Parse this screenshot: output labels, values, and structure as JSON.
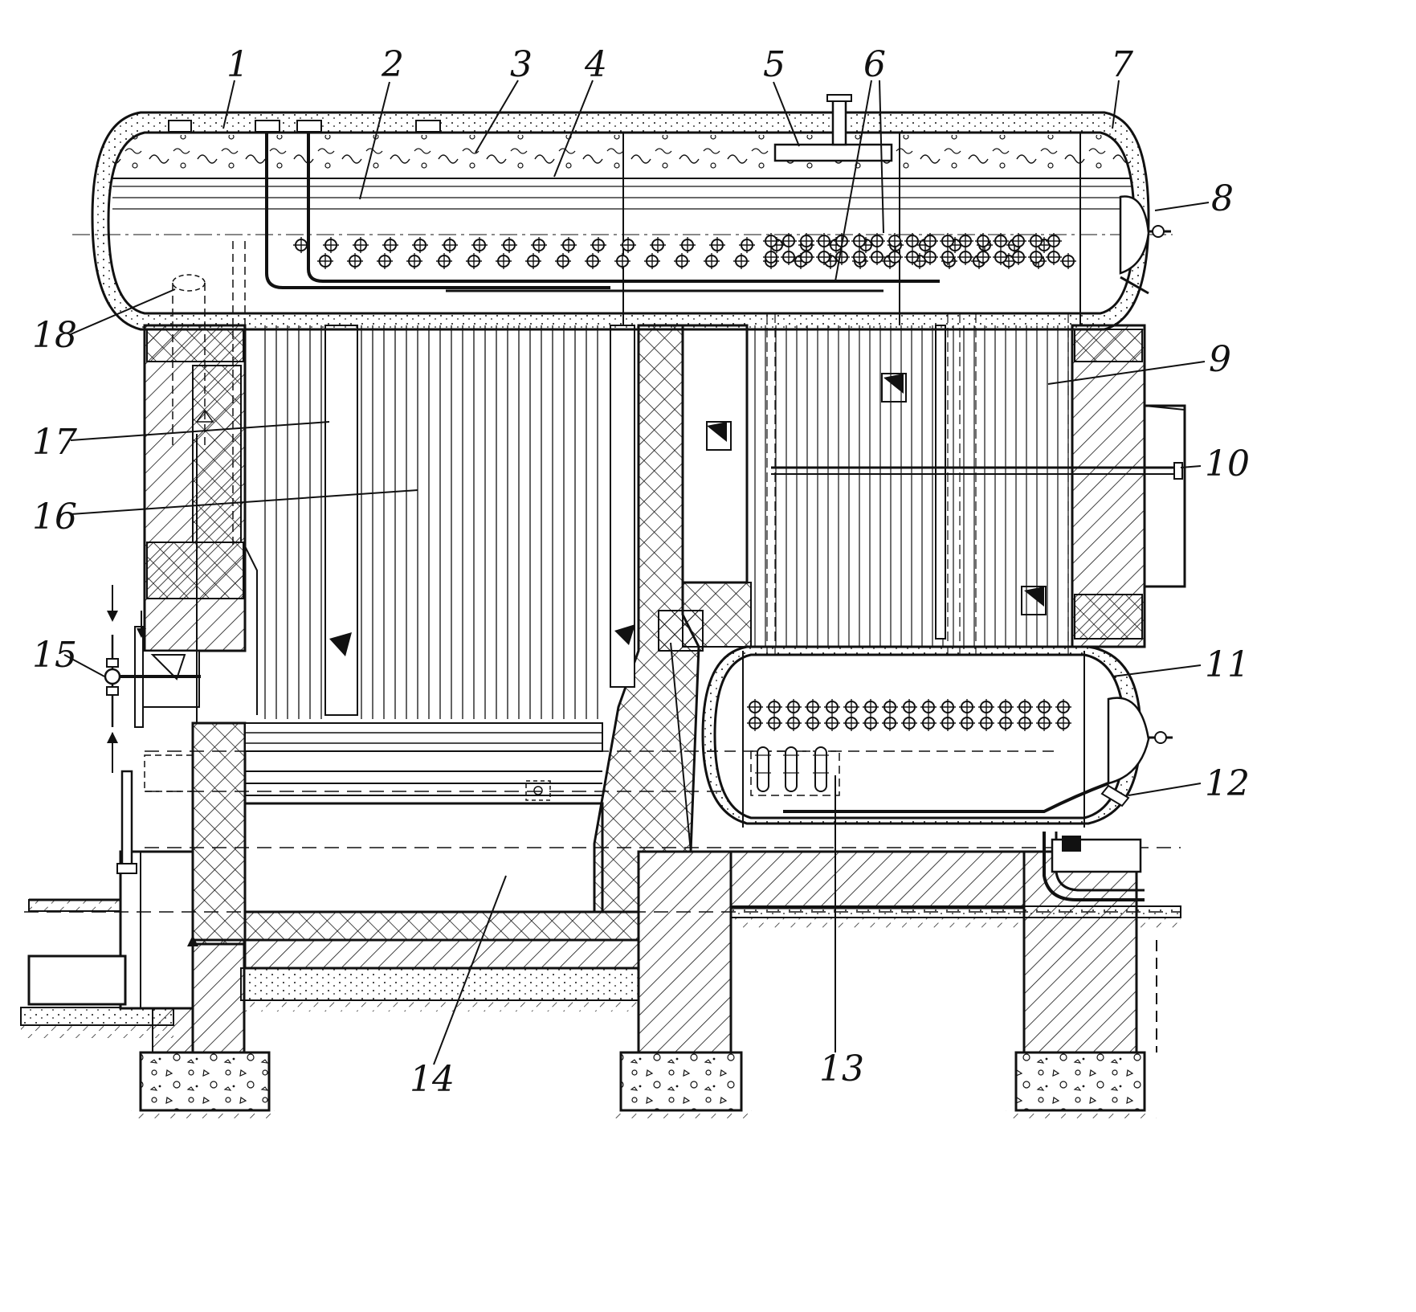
{
  "diagram": {
    "callouts": [
      {
        "id": "c1",
        "text": "1"
      },
      {
        "id": "c2",
        "text": "2"
      },
      {
        "id": "c3",
        "text": "3"
      },
      {
        "id": "c4",
        "text": "4"
      },
      {
        "id": "c5",
        "text": "5"
      },
      {
        "id": "c6",
        "text": "6"
      },
      {
        "id": "c7",
        "text": "7"
      },
      {
        "id": "c8",
        "text": "8"
      },
      {
        "id": "c9",
        "text": "9"
      },
      {
        "id": "c10",
        "text": "10"
      },
      {
        "id": "c11",
        "text": "11"
      },
      {
        "id": "c12",
        "text": "12"
      },
      {
        "id": "c13",
        "text": "13"
      },
      {
        "id": "c14",
        "text": "14"
      },
      {
        "id": "c15",
        "text": "15"
      },
      {
        "id": "c16",
        "text": "16"
      },
      {
        "id": "c17",
        "text": "17"
      },
      {
        "id": "c18",
        "text": "18"
      }
    ]
  },
  "colors": {
    "ink": "#111111",
    "paper": "#ffffff"
  }
}
